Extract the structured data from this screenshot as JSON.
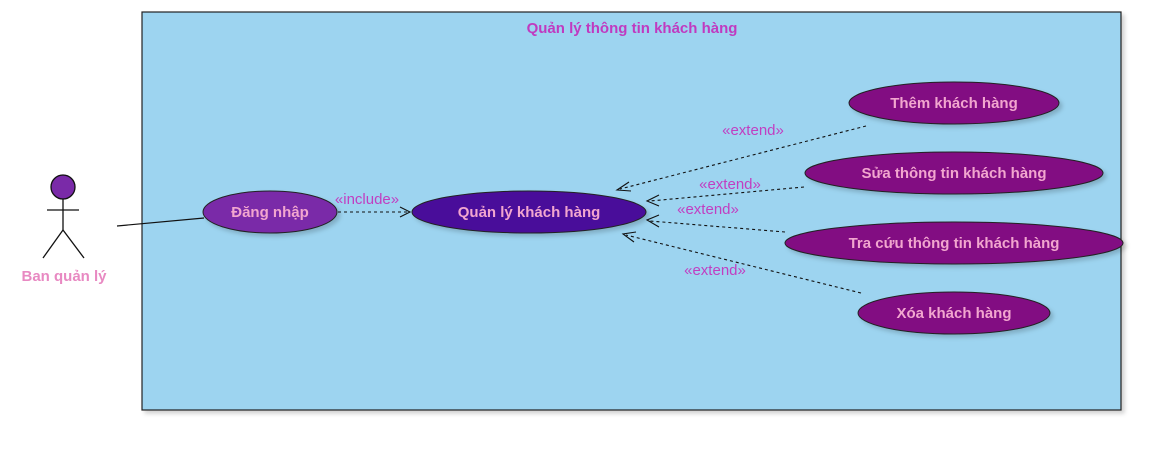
{
  "system": {
    "title": "Quản lý thông tin khách hàng",
    "fill": "#9dd4f0",
    "border": "#222222"
  },
  "actor": {
    "name": "Ban quản lý",
    "head_color": "#7a2aa8"
  },
  "use_cases": {
    "login": "Đăng nhập",
    "manage": "Quản lý khách hàng",
    "add": "Thêm khách hàng",
    "edit": "Sửa thông tin khách hàng",
    "search": "Tra cứu thông tin khách hàng",
    "delete": "Xóa khách hàng"
  },
  "relations": {
    "include_label": "«include»",
    "extend_label": "«extend»"
  },
  "colors": {
    "login_fill": "#7a2aa8",
    "manage_fill": "#4a0a9a",
    "extension_fill": "#820a82",
    "label_text": "#f2a6cf",
    "stereotype_text": "#c13ec1"
  }
}
